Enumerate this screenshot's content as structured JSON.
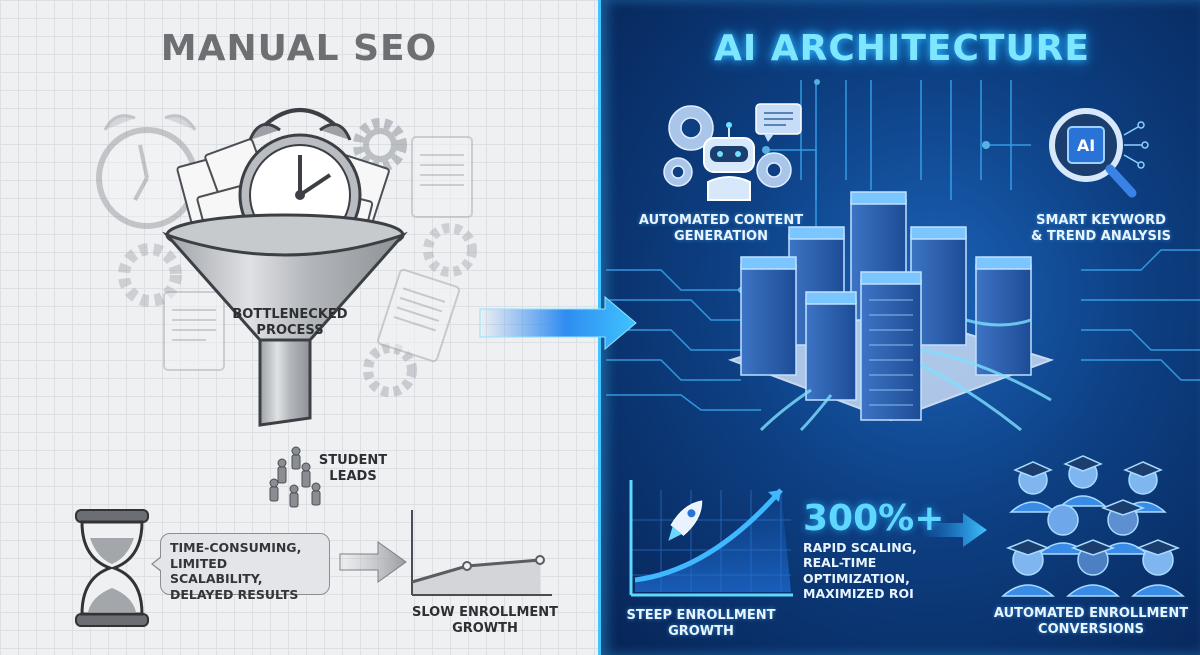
{
  "left_panel": {
    "title": "MANUAL SEO",
    "funnel_label_line1": "BOTTLENECKED",
    "funnel_label_line2": "PROCESS",
    "leads_label_line1": "STUDENT",
    "leads_label_line2": "LEADS",
    "callout_lines": [
      "TIME-CONSUMING,",
      "LIMITED SCALABILITY,",
      "DELAYED RESULTS"
    ],
    "growth_label_line1": "SLOW ENROLLMENT",
    "growth_label_line2": "GROWTH",
    "colors": {
      "background": "#eef0f2",
      "title": "#6d6f72",
      "text": "#2d2f33"
    }
  },
  "right_panel": {
    "title": "AI ARCHITECTURE",
    "content_gen_line1": "AUTOMATED CONTENT",
    "content_gen_line2": "GENERATION",
    "keyword_line1": "SMART KEYWORD",
    "keyword_line2": "& TREND ANALYSIS",
    "ai_chip_label": "AI",
    "growth_label_line1": "STEEP ENROLLMENT",
    "growth_label_line2": "GROWTH",
    "stat_value": "300%+",
    "stat_lines": [
      "RAPID SCALING,",
      "REAL-TIME",
      "OPTIMIZATION,",
      "MAXIMIZED ROI"
    ],
    "conversions_line1": "AUTOMATED ENROLLMENT",
    "conversions_line2": "CONVERSIONS",
    "colors": {
      "background": "#0d3f82",
      "title": "#7fe6ff",
      "accent": "#3fc4ff",
      "stat": "#5fd8ff"
    }
  },
  "icons": {
    "left": [
      "alarm-clock",
      "documents",
      "gears",
      "funnel",
      "people",
      "hourglass",
      "arrow-right",
      "line-chart"
    ],
    "right": [
      "robot",
      "chat-bubble",
      "gears",
      "magnifier-ai-chip",
      "server-racks",
      "circuit-lines",
      "rocket",
      "growth-arrow-chart",
      "graduates",
      "arrow-right"
    ],
    "transition": "arrow-right"
  }
}
